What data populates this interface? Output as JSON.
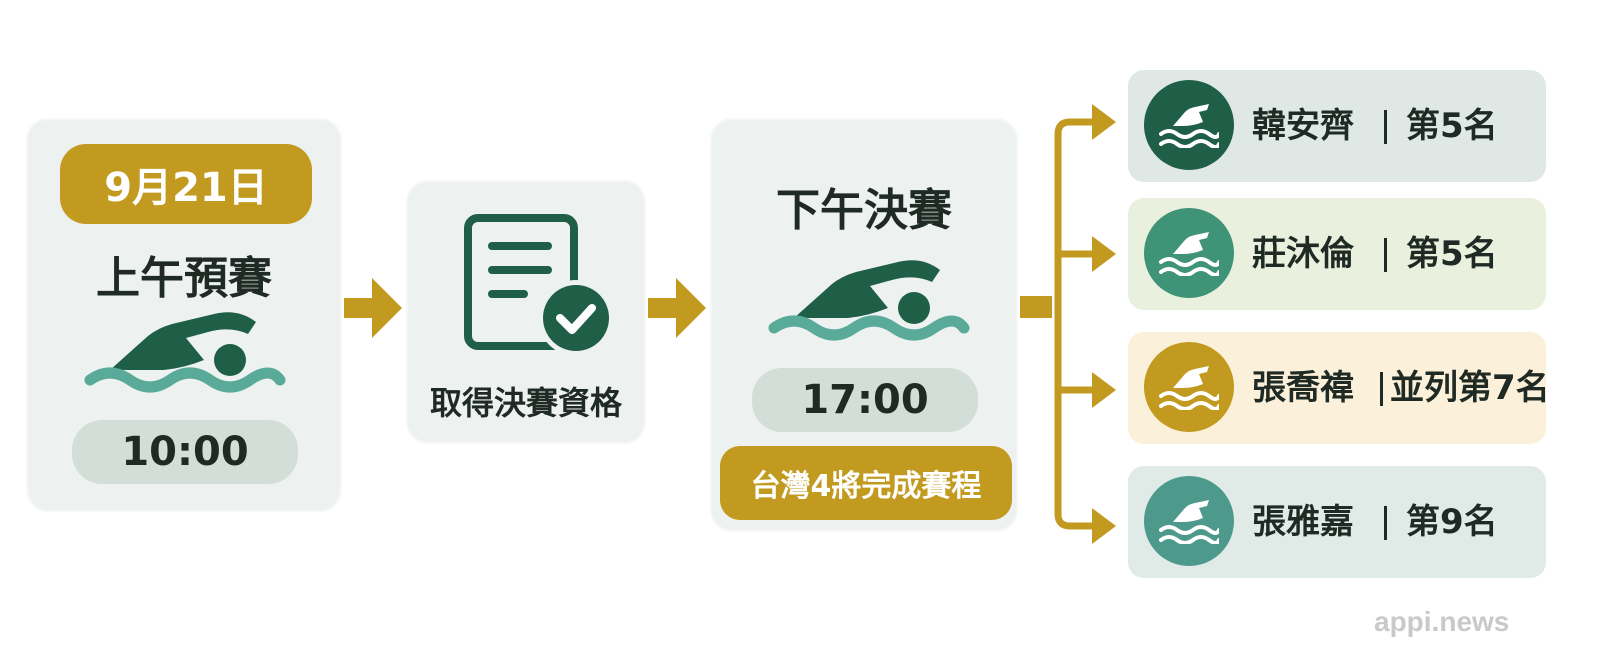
{
  "morning": {
    "date": "9月21日",
    "title": "上午預賽",
    "time": "10:00",
    "icon": "swimmer-icon"
  },
  "qualify": {
    "label": "取得決賽資格",
    "icon": "document-check-icon"
  },
  "final": {
    "title": "下午決賽",
    "time": "17:00",
    "note": "台灣4將完成賽程",
    "icon": "swimmer-icon"
  },
  "results": [
    {
      "name": "韓安齊",
      "rank": "第5名",
      "badge_color": "#1f5f48",
      "card_color": "#dfe8e4"
    },
    {
      "name": "莊沐倫",
      "rank": "第5名",
      "badge_color": "#3f9376",
      "card_color": "#e9f0dd"
    },
    {
      "name": "張喬禕",
      "rank": "並列第7名",
      "badge_color": "#c29a1f",
      "card_color": "#fbf0d9"
    },
    {
      "name": "張雅嘉",
      "rank": "第9名",
      "badge_color": "#4d9a8d",
      "card_color": "#e0ebe7"
    }
  ],
  "colors": {
    "dark_green": "#1f5f48",
    "teal": "#5aaa9a",
    "gold": "#c29a1f",
    "card_bg": "#edf1ef"
  },
  "watermark": "appi.news"
}
